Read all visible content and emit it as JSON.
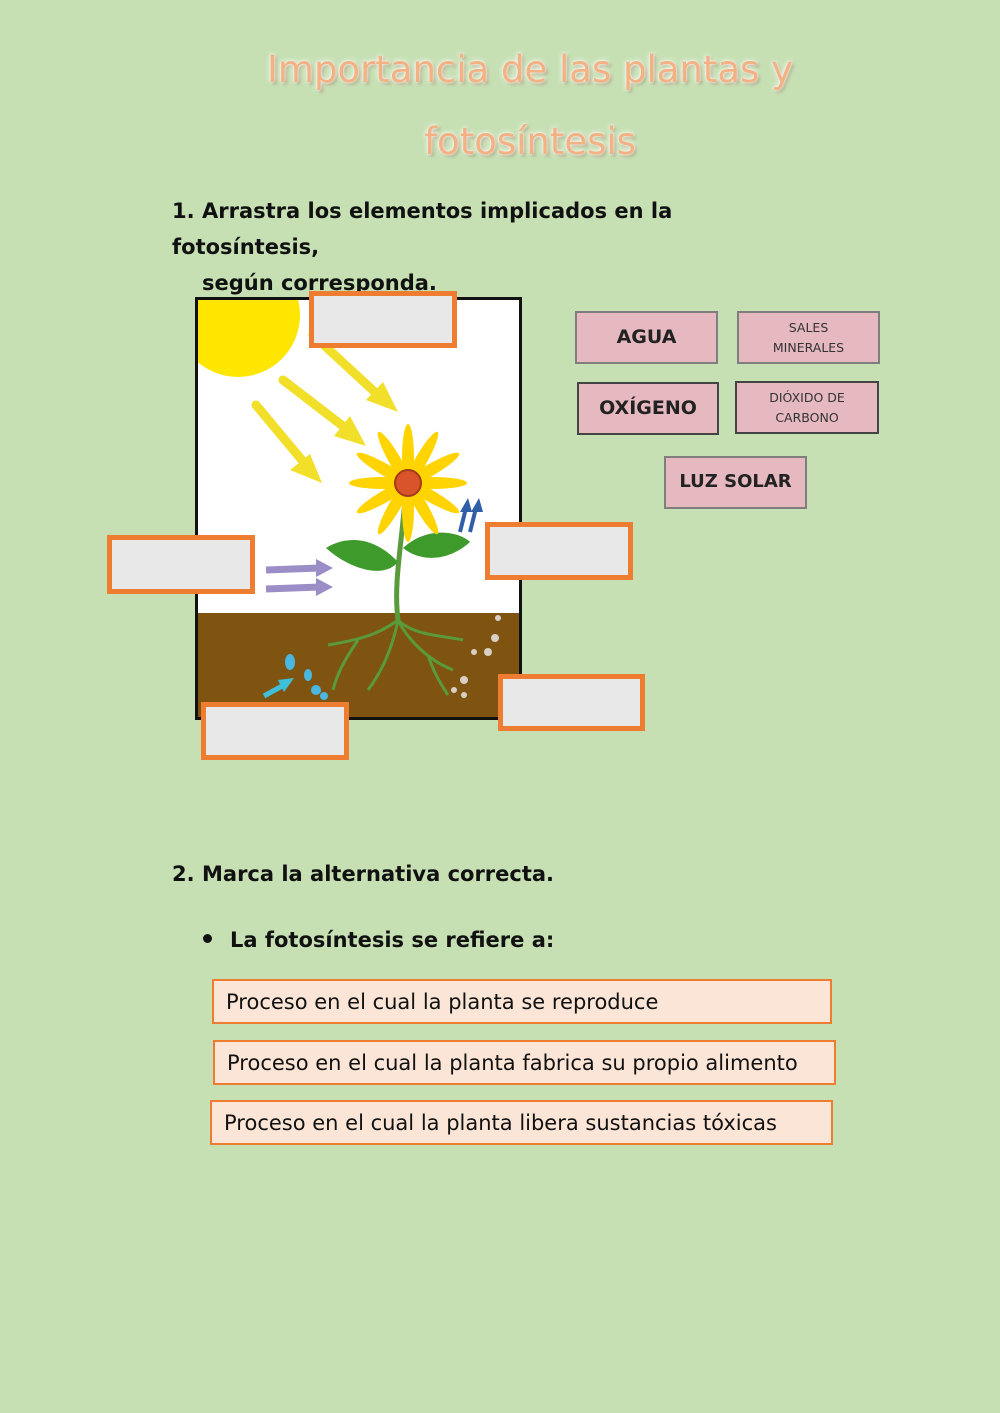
{
  "title": {
    "line1": "Importancia de las plantas y",
    "line2": "fotosíntesis"
  },
  "question1": {
    "number": "1.",
    "text_line1": "Arrastra los elementos implicados en la fotosíntesis,",
    "text_line2": "según corresponda."
  },
  "chips": {
    "agua": "AGUA",
    "sales_line1": "SALES",
    "sales_line2": "MINERALES",
    "oxigeno": "OXÍGENO",
    "dioxido_line1": "DIÓXIDO DE",
    "dioxido_line2": "CARBONO",
    "luz_solar": "LUZ SOLAR"
  },
  "question2": {
    "number": "2.",
    "text": "Marca la alternativa correcta.",
    "bullet": "La fotosíntesis se refiere a:",
    "options": [
      "Proceso en el cual la planta se reproduce",
      "Proceso en el cual la planta fabrica su propio alimento",
      "Proceso en el cual la planta libera sustancias tóxicas"
    ]
  },
  "colors": {
    "background": "#c6e0b4",
    "title": "#f4b183",
    "drop_border": "#ee7d31",
    "drop_fill": "#e8e8e8",
    "chip_fill": "#e6b9c1",
    "option_fill": "#fbe5d6",
    "soil": "#7f5410",
    "sun": "#ffe600"
  },
  "icons": [
    "sun-icon",
    "sunray-arrow-icon",
    "flower-icon",
    "air-arrow-icon",
    "oxygen-arrow-icon",
    "water-drop-icon",
    "mineral-icon"
  ]
}
